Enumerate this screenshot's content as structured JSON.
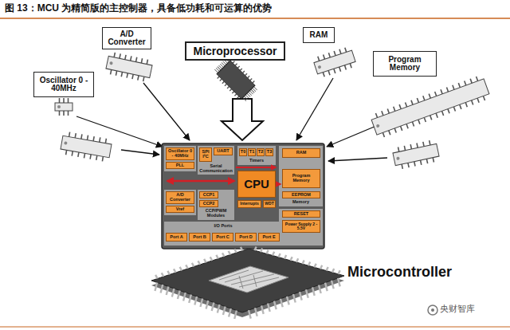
{
  "diagram": {
    "title": "图 13：MCU 为精简版的主控制器，具备低功耗和可运算的优势",
    "nodes": [
      {
        "text": [
          "A/D Converter"
        ]
      },
      {
        "text": [
          "Microprocessor"
        ]
      },
      {
        "text": [
          "RAM"
        ]
      },
      {
        "text": [
          "Program Memory"
        ]
      },
      {
        "text": [
          "Oscillator 0 - 40MHz"
        ]
      },
      {
        "text": [
          "Oscillator 0 - 40MHz"
        ]
      },
      {
        "text": [
          "PLL"
        ]
      },
      {
        "text": [
          "SPI I²C"
        ]
      },
      {
        "text": [
          "UART"
        ]
      },
      {
        "text": [
          "T0"
        ]
      },
      {
        "text": [
          "T1"
        ]
      },
      {
        "text": [
          "T2"
        ]
      },
      {
        "text": [
          "T3"
        ]
      },
      {
        "text": [
          "RAM"
        ]
      },
      {
        "text": [
          "Program Memory"
        ]
      },
      {
        "text": [
          "EEPROM"
        ]
      },
      {
        "text": [
          "A/D Converter"
        ]
      },
      {
        "text": [
          "Vref"
        ]
      },
      {
        "text": [
          "CCP1"
        ]
      },
      {
        "text": [
          "CCP2"
        ]
      },
      {
        "text": [
          "CPU"
        ]
      },
      {
        "text": [
          "Interrupts"
        ]
      },
      {
        "text": [
          "WDT"
        ]
      },
      {
        "text": [
          "RESET"
        ]
      },
      {
        "text": [
          "Power Supply 2 - 5.5V"
        ]
      },
      {
        "text": [
          "Port A"
        ]
      },
      {
        "text": [
          "Port B"
        ]
      },
      {
        "text": [
          "Port C"
        ]
      },
      {
        "text": [
          "Port D"
        ]
      },
      {
        "text": [
          "Port E"
        ]
      }
    ],
    "labels": [
      "Serial Communication",
      "Timers",
      "Memory",
      "CCP/PWM Modules",
      "I/O Ports",
      "Microcontroller",
      "央财智库"
    ]
  }
}
